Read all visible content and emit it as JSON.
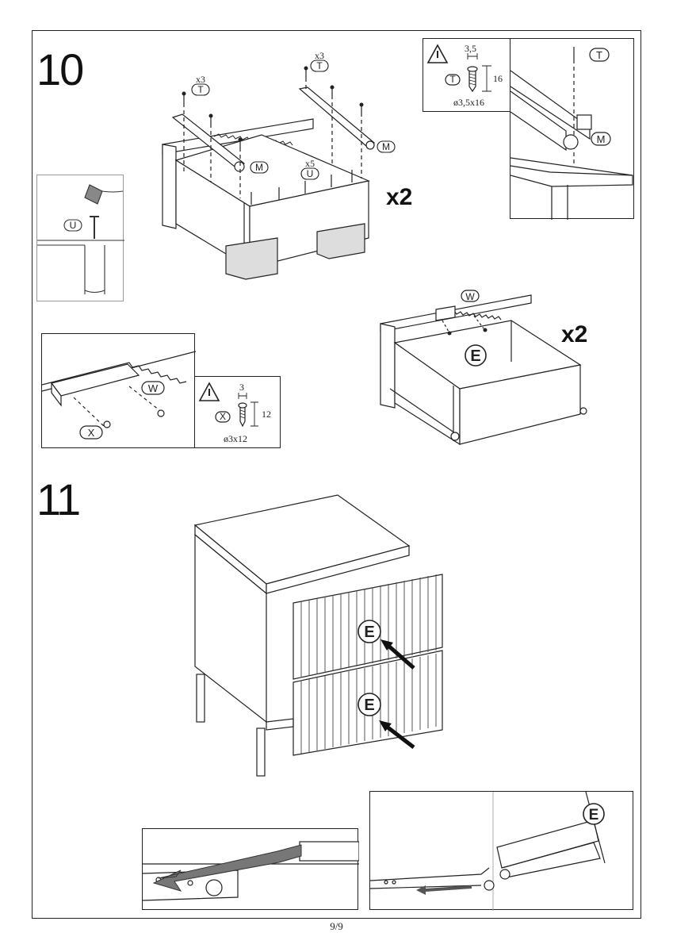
{
  "steps": {
    "step10": "10",
    "step11": "11"
  },
  "step10": {
    "quantity": "x2",
    "drawer_quantity": "x2",
    "parts": {
      "T": "T",
      "M": "M",
      "U": "U",
      "W": "W",
      "X": "X",
      "E": "E"
    },
    "counts": {
      "T_left": "x3",
      "T_right": "x3",
      "U": "x5"
    },
    "screw_T": {
      "head": "3,5",
      "length": "16",
      "spec": "ø3,5x16"
    },
    "screw_X": {
      "head": "3",
      "length": "12",
      "spec": "ø3x12"
    }
  },
  "step11": {
    "parts": {
      "E_top": "E",
      "E_bottom": "E",
      "E_detail": "E"
    }
  },
  "footer": {
    "page": "9/9"
  }
}
